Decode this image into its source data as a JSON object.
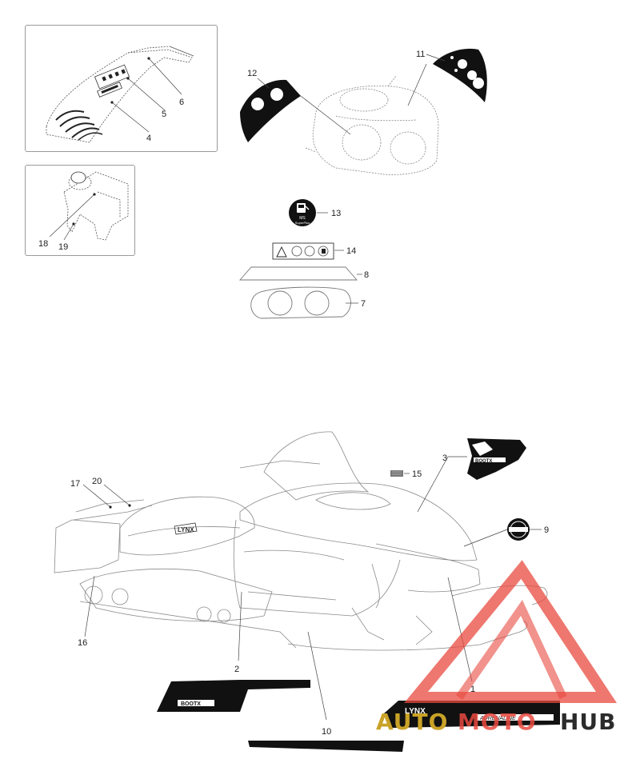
{
  "callouts": [
    {
      "id": "c4",
      "label": "4"
    },
    {
      "id": "c5",
      "label": "5"
    },
    {
      "id": "c6",
      "label": "6"
    },
    {
      "id": "c11",
      "label": "11"
    },
    {
      "id": "c12",
      "label": "12"
    },
    {
      "id": "c13",
      "label": "13"
    },
    {
      "id": "c14",
      "label": "14"
    },
    {
      "id": "c8",
      "label": "8"
    },
    {
      "id": "c7",
      "label": "7"
    },
    {
      "id": "c18",
      "label": "18"
    },
    {
      "id": "c19",
      "label": "19"
    },
    {
      "id": "c3",
      "label": "3"
    },
    {
      "id": "c15",
      "label": "15"
    },
    {
      "id": "c9",
      "label": "9"
    },
    {
      "id": "c17",
      "label": "17"
    },
    {
      "id": "c20",
      "label": "20"
    },
    {
      "id": "c16",
      "label": "16"
    },
    {
      "id": "c2",
      "label": "2"
    },
    {
      "id": "c1",
      "label": "1"
    },
    {
      "id": "c10",
      "label": "10"
    }
  ],
  "decals": {
    "hood_brand": "LYNX",
    "side_brand": "BOOTX",
    "right_text": "LYNX",
    "right_sub": "ADRENALINE",
    "badge_13_line1": "MS",
    "badge_13_line2": "SuperPlus",
    "decal3_text": "BOOTX"
  },
  "watermark": {
    "text_a": "AUTO",
    "text_b": "MOTO",
    "text_c": "HUB",
    "color_triangle": "#e8493f",
    "color_gold": "#c9a227",
    "color_dark": "#2b2b2b"
  }
}
